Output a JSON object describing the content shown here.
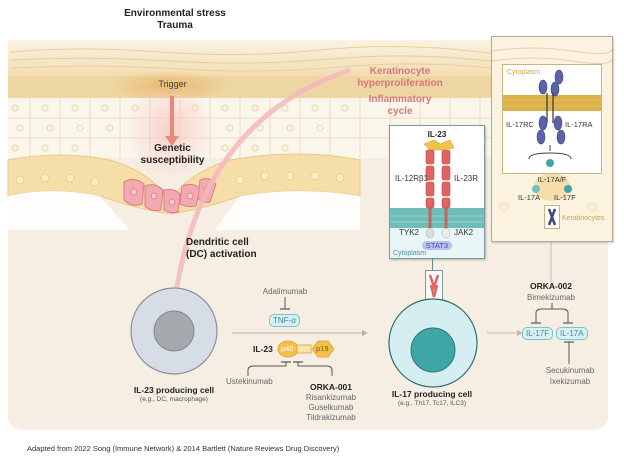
{
  "skin": {
    "top_label_line1": "Environmental stress",
    "top_label_line2": "Trauma",
    "trigger": "Trigger",
    "genetic_line1": "Genetic",
    "genetic_line2": "susceptibility",
    "keratinocyte_line1": "Keratinocyte",
    "keratinocyte_line2": "hyperproliferation",
    "inflammatory_line1": "Inflammatory",
    "inflammatory_line2": "cycle",
    "dc_line1": "Dendritic cell",
    "dc_line2": "(DC) activation"
  },
  "il23_receptor_panel": {
    "ligand": "IL-23",
    "left_receptor": "IL-12Rβ1",
    "right_receptor": "IL-23R",
    "left_kinase": "TYK2",
    "right_kinase": "JAK2",
    "signal": "STAT3",
    "compartment": "Cytoplasm"
  },
  "il17_receptor_panel": {
    "compartment": "Cytoplasm",
    "left_receptor": "IL-17RC",
    "right_receptor": "IL-17RA",
    "heterodimer": "IL-17A/F",
    "ligand_a": "IL-17A",
    "ligand_f": "IL-17F",
    "cell_type": "Keratinocytes"
  },
  "il23_cell": {
    "title": "IL-23 producing cell",
    "subtitle": "(e.g., DC, macrophage)"
  },
  "il17_cell": {
    "title": "IL-17 producing cell",
    "subtitle": "(e.g., Th17, Tc17, ILC3)"
  },
  "middle": {
    "adalimumab": "Adalimumab",
    "tnf": "TNF-α",
    "il23_label": "IL-23",
    "p40": "p40",
    "p19": "p19",
    "ustekinumab": "Ustekinumab",
    "orka001": "ORKA-001",
    "orka001_drugs": [
      "Risankizumab",
      "Guselkumab",
      "Tildrakizumab"
    ]
  },
  "right": {
    "orka002": "ORKA-002",
    "bimekizumab": "Bimekizumab",
    "il17f": "IL-17F",
    "il17a": "IL-17A",
    "il17a_drugs": [
      "Secukinumab",
      "Ixekizumab"
    ]
  },
  "footer": "Adapted from 2022 Song (Immune Network) & 2014 Bartlett (Nature Reviews Drug Discovery)",
  "colors": {
    "dermis": "#f6eee3",
    "stratum": "#f2dfb8",
    "granular": "#eed09a",
    "cell_pink": "#f2a9b1",
    "arrow_pink": "#f2b8bc",
    "receptor_red": "#e06464",
    "teal": "#3fa6a6",
    "il17_receptor_blue": "#5a62a8",
    "cell_gray": "#d7dde6"
  }
}
